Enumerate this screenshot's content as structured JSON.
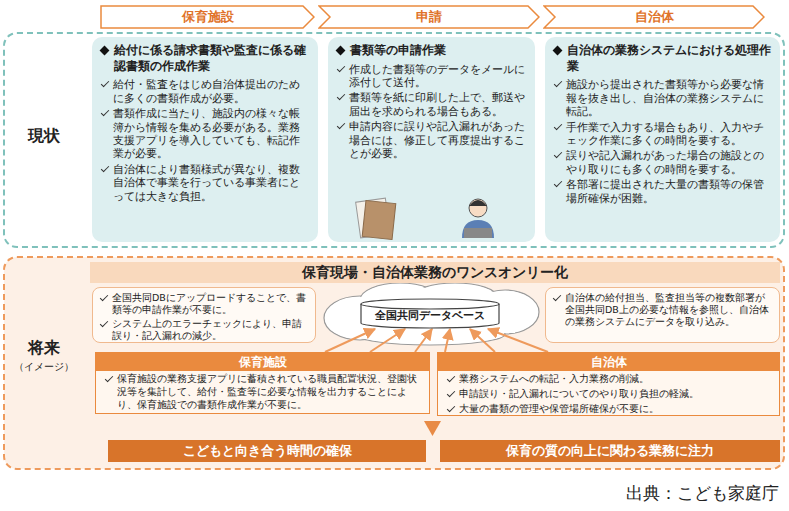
{
  "diagram": {
    "caption": "出典：こども家庭庁",
    "nodes": [
      {
        "text": [
          "保育施設"
        ]
      },
      {
        "text": [
          "申請"
        ]
      },
      {
        "text": [
          "自治体"
        ]
      },
      {
        "text": [
          "現状"
        ]
      },
      {
        "text": [
          "給付に係る請求書類や監査に係る確認書類の作成作業",
          "給付・監査をはじめ自治体提出のために多くの書類作成が必要。",
          "書類作成に当たり、施設内の様々な帳簿から情報を集める必要がある。業務支援アプリを導入していても、転記作業が必要。",
          "自治体により書類様式が異なり、複数自治体で事業を行っている事業者にとっては大きな負担。"
        ],
        "in": 3
      },
      {
        "text": [
          "書類等の申請作業",
          "作成した書類等のデータをメールに添付して送付。",
          "書類等を紙に印刷した上で、郵送や届出を求められる場合もある。",
          "申請内容に誤りや記入漏れがあった場合には、修正して再度提出することが必要。"
        ],
        "in": 3
      },
      {
        "text": [
          "自治体の業務システムにおける処理作業",
          "施設から提出された書類等から必要な情報を抜き出し、自治体の業務システムに転記。",
          "手作業で入力する場合もあり、入力やチェック作業に多くの時間を要する。",
          "誤りや記入漏れがあった場合の施設とのやり取りにも多くの時間を要する。",
          "各部署に提出された大量の書類等の保管場所確保が困難。"
        ],
        "in": 3
      },
      {
        "text": [
          "将来",
          "（イメージ）"
        ]
      },
      {
        "text": [
          "保育現場・自治体業務のワンスオンリー化"
        ],
        "in": 7
      },
      {
        "text": [
          "全国共同DBにアップロードすることで、書類等の申請作業が不要に。",
          "システム上のエラーチェックにより、申請誤り・記入漏れの減少。"
        ],
        "in": 7
      },
      {
        "text": [
          "全国共同データベース"
        ],
        "in": 7
      },
      {
        "text": [
          "自治体の給付担当、監査担当等の複数部署が全国共同DB上の必要な情報を参照し、自治体の業務システムにデータを取り込み。"
        ],
        "in": 7
      },
      {
        "text": [
          "保育施設",
          "保育施設の業務支援アプリに蓄積されている職員配置状況、登園状況等を集計して、給付・監査等に必要な情報を出力することにより、保育施設での書類作成作業が不要に。"
        ],
        "in": 7
      },
      {
        "text": [
          "自治体",
          "業務システムへの転記・入力業務の削減。",
          "申請誤り・記入漏れについてのやり取り負担の軽減。",
          "大量の書類の管理や保管場所確保が不要に。"
        ],
        "in": 7
      },
      {
        "text": [
          "こどもと向き合う時間の確保"
        ],
        "in": 7
      },
      {
        "text": [
          "保育の質の向上に関わる業務に注力"
        ],
        "in": 7
      }
    ],
    "edges": [
      {
        "from": 12,
        "to": 10,
        "arrow": "to"
      },
      {
        "from": 12,
        "to": 10,
        "arrow": "to"
      },
      {
        "from": 12,
        "to": 10,
        "arrow": "to"
      },
      {
        "from": 13,
        "to": 10,
        "arrow": "to"
      },
      {
        "from": 13,
        "to": 10,
        "arrow": "to"
      },
      {
        "from": 13,
        "to": 10,
        "arrow": "to"
      }
    ]
  }
}
